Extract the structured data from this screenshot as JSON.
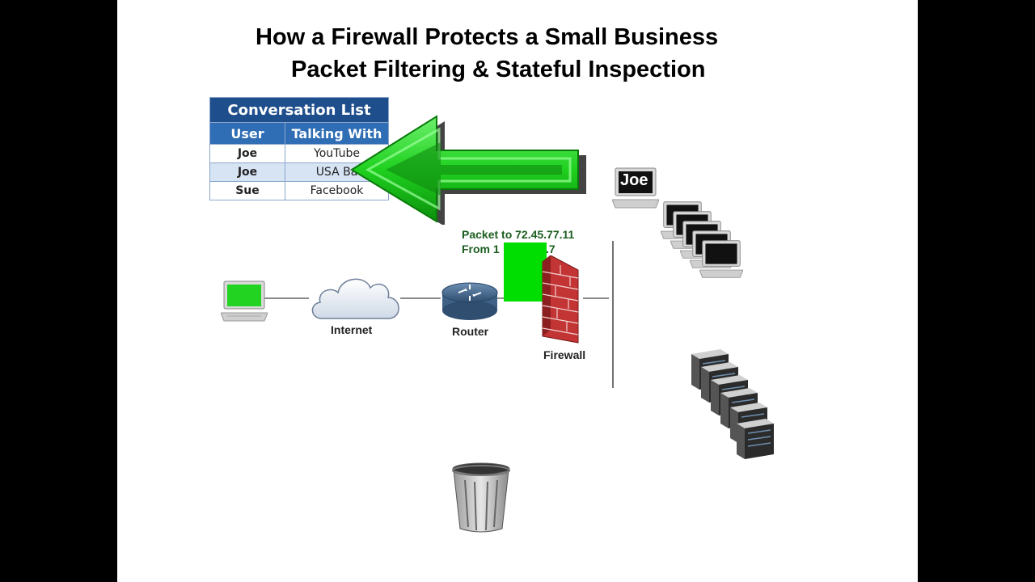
{
  "title": {
    "line1": "How a Firewall Protects a Small Business",
    "line2": "Packet Filtering & Stateful Inspection"
  },
  "conversation_list": {
    "title": "Conversation  List",
    "headers": [
      "User",
      "Talking With"
    ],
    "rows": [
      {
        "user": "Joe",
        "talking_with": "YouTube"
      },
      {
        "user": "Joe",
        "talking_with": "USA Ba"
      },
      {
        "user": "Sue",
        "talking_with": "Facebook"
      }
    ]
  },
  "packet": {
    "line1": "Packet to 72.45.77.11",
    "line2_start": "From 1",
    "line2_end": ".7"
  },
  "labels": {
    "internet": "Internet",
    "router": "Router",
    "firewall": "Firewall",
    "joe_screen": "Joe"
  },
  "icons": [
    "laptop-icon",
    "cloud-icon",
    "router-icon",
    "firewall-icon",
    "trash-can-icon",
    "server-icon",
    "arrow-left-icon"
  ],
  "colors": {
    "arrow_green": "#2ecc2e",
    "packet_green": "#00dd00",
    "table_header": "#2f6db5",
    "table_title": "#1f4e8c",
    "brick_red": "#b22a2a"
  }
}
